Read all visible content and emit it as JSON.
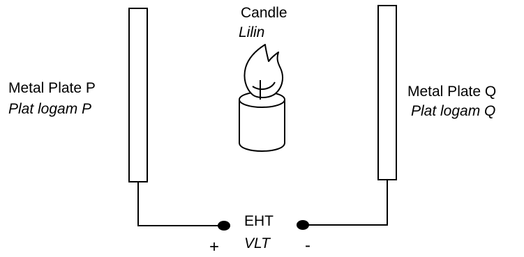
{
  "candle": {
    "label": "Candle",
    "label_translation": "Lilin"
  },
  "plate_p": {
    "label": "Metal Plate P",
    "label_translation": "Plat logam P"
  },
  "plate_q": {
    "label": "Metal Plate Q",
    "label_translation": "Plat logam Q"
  },
  "supply": {
    "label": "EHT",
    "label_translation": "VLT",
    "positive_sign": "+",
    "negative_sign": "-"
  }
}
